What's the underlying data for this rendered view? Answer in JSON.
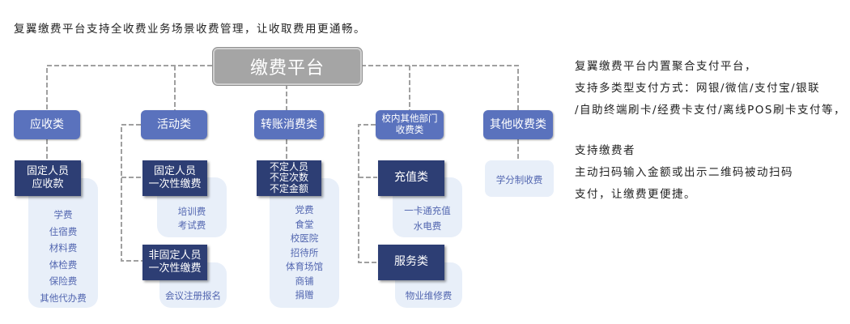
{
  "headline": "复翼缴费平台支持全收费业务场景收费管理，让收取费用更通畅。",
  "root": {
    "label": "缴费平台",
    "color": "#a5a5a5"
  },
  "colors": {
    "category": "#5a72bd",
    "subcategory": "#2d3e74",
    "panel": "#e8eff9",
    "item_text": "#5266b0",
    "connector": "#a0a0a0"
  },
  "categories": [
    {
      "label": "应收类",
      "groups": [
        {
          "label": "固定人员\n应收款",
          "items": [
            "学费",
            "住宿费",
            "材料费",
            "体检费",
            "保险费",
            "其他代办费"
          ]
        }
      ]
    },
    {
      "label": "活动类",
      "groups": [
        {
          "label": "固定人员\n一次性缴费",
          "items": [
            "培训费",
            "考试费"
          ]
        },
        {
          "label": "非固定人员\n一次性缴费",
          "items": [
            "会议注册报名"
          ]
        }
      ]
    },
    {
      "label": "转账消费类",
      "groups": [
        {
          "label": "不定人员\n不定次数\n不定金额",
          "items": [
            "党费",
            "食堂",
            "校医院",
            "招待所",
            "体育场馆",
            "商铺",
            "捐赠"
          ]
        }
      ]
    },
    {
      "label": "校内其他部门\n收费类",
      "groups": [
        {
          "label": "充值类",
          "items": [
            "一卡通充值",
            "水电费"
          ]
        },
        {
          "label": "服务类",
          "items": [
            "物业维修费"
          ]
        }
      ]
    },
    {
      "label": "其他收费类",
      "groups": [
        {
          "label": "",
          "items": [
            "学分制收费"
          ]
        }
      ]
    }
  ],
  "side_text": {
    "paragraph1": [
      "复翼缴费平台内置聚合支付平台，",
      "支持多类型支付方式：网银/微信/支付宝/银联",
      "/自助终端刷卡/经费卡支付/离线POS刷卡支付等，"
    ],
    "paragraph2": [
      "支持缴费者",
      "主动扫码输入金额或出示二维码被动扫码",
      "支付，让缴费更便捷。"
    ]
  }
}
